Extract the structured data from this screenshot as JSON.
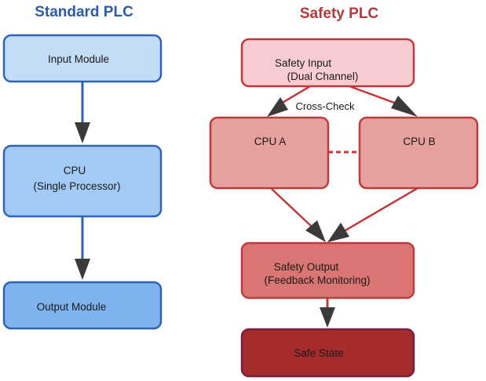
{
  "titles": {
    "standard": "Standard PLC",
    "safety": "Safety PLC"
  },
  "standard": {
    "input_module": "Input Module",
    "cpu_line1": "CPU",
    "cpu_line2": "(Single Processor)",
    "output_module": "Output Module"
  },
  "safety": {
    "input_line1": "Safety Input",
    "input_line2": "(Dual Channel)",
    "cross_check": "Cross-Check",
    "cpu_a": "CPU A",
    "cpu_b": "CPU B",
    "output_line1": "Safety Output",
    "output_line2": "(Feedback Monitoring)",
    "safe_state": "Safe State"
  },
  "colors": {
    "standard_title": "#2a5caa",
    "standard_stroke": "#2f63b5",
    "standard_fill_light": "#c3dcf7",
    "standard_fill_mid": "#a3c9f5",
    "standard_fill_dark": "#7fb3ef",
    "safety_title": "#b03a3a",
    "safety_stroke": "#c0393b",
    "safety_fill_light": "#f7cdd2",
    "safety_fill_mid": "#e6a09d",
    "safety_fill_dark": "#d97674",
    "safe_state_fill": "#a52c2a",
    "safe_state_stroke": "#7a1e46",
    "arrow_head": "#3a3a3a"
  }
}
